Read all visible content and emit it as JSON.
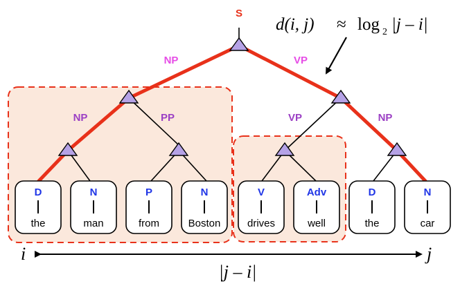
{
  "formula": {
    "lhs": "d(i, j)",
    "approx": "≈",
    "log": "log",
    "base": "2",
    "arg": "|j – i|"
  },
  "root_label": "S",
  "phrase_labels": {
    "top_left": "NP",
    "top_right": "VP",
    "np_left": "NP",
    "np_right": "PP",
    "vp_left": "VP",
    "vp_right": "NP"
  },
  "leaves": [
    {
      "tag": "D",
      "word": "the"
    },
    {
      "tag": "N",
      "word": "man"
    },
    {
      "tag": "P",
      "word": "from"
    },
    {
      "tag": "N",
      "word": "Boston"
    },
    {
      "tag": "V",
      "word": "drives"
    },
    {
      "tag": "Adv",
      "word": "well"
    },
    {
      "tag": "D",
      "word": "the"
    },
    {
      "tag": "N",
      "word": "car"
    }
  ],
  "axis": {
    "left": "i",
    "right": "j",
    "span": "|j – i|"
  },
  "colors": {
    "path_red": "#e8311a",
    "root_red": "#e8311a",
    "phrase_magenta": "#e64ce6",
    "phrase_purple": "#9b3fc4",
    "tag_blue": "#1f35e6",
    "node_fill": "#b5a2e6",
    "box_fill": "#fbe8dc",
    "box_border": "#e8311a"
  }
}
